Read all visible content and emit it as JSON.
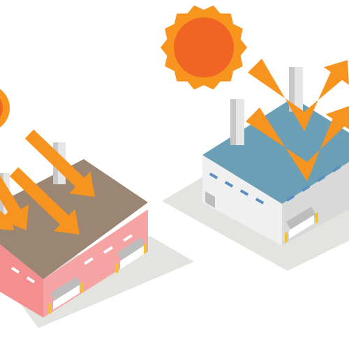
{
  "illustration": {
    "colors": {
      "background": "#ffffff",
      "ground": "#e3e3e0",
      "sun_body": "#f06524",
      "sun_halo": "#f7951f",
      "arrow": "#f7941f",
      "hot_roof": "#9a8673",
      "hot_wall_front": "#f48f90",
      "hot_wall_side": "#f5a3a3",
      "cool_roof": "#6a9fb5",
      "cool_wall_front": "#f0f0f0",
      "cool_wall_side": "#d9d9d9",
      "chimney": "#e6e6e6",
      "chimney_shade": "#c8c8c8",
      "window_dash": "#5b8fc1",
      "shutter": "#bdbdbd",
      "accent_yellow": "#f3c32c"
    },
    "factories": [
      {
        "name": "hot-factory",
        "roof": "brown"
      },
      {
        "name": "cool-factory",
        "roof": "blue"
      }
    ],
    "icons": [
      "sun-icon",
      "incoming-heat-arrow-icon",
      "reflected-heat-arrow-icon"
    ]
  }
}
